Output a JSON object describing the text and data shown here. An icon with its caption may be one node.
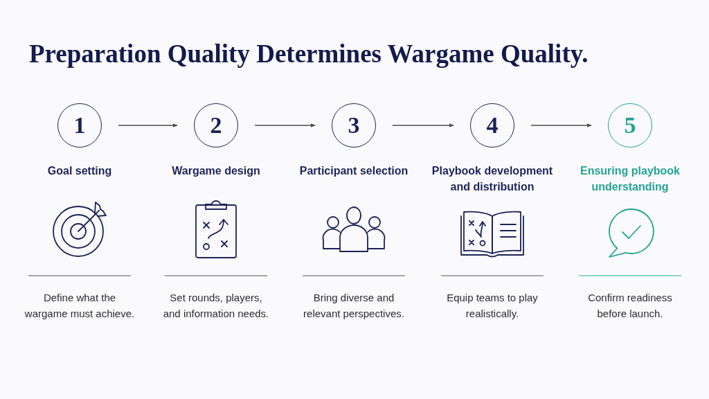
{
  "diagram": {
    "title": "Preparation Quality Determines Wargame Quality.",
    "nodes": [
      {
        "text": [
          "1"
        ],
        "beside": [
          "Goal setting"
        ]
      },
      {
        "text": [
          "2"
        ],
        "beside": [
          "Wargame design"
        ]
      },
      {
        "text": [
          "3"
        ],
        "beside": [
          "Participant selection"
        ]
      },
      {
        "text": [
          "4"
        ],
        "beside": [
          "Playbook development and distribution"
        ]
      },
      {
        "text": [
          "5"
        ],
        "beside": [
          "Ensuring playbook understanding"
        ]
      }
    ],
    "edges": [
      {
        "from": 0,
        "to": 1,
        "arrow": "to"
      },
      {
        "from": 1,
        "to": 2,
        "arrow": "to"
      },
      {
        "from": 2,
        "to": 3,
        "arrow": "to"
      },
      {
        "from": 3,
        "to": 4,
        "arrow": "to"
      }
    ],
    "labels": [
      "Define what the wargame must achieve.",
      "Set rounds, players, and information needs.",
      "Bring diverse and relevant perspectives.",
      "Equip teams to play realistically.",
      "Confirm readiness before launch."
    ]
  }
}
